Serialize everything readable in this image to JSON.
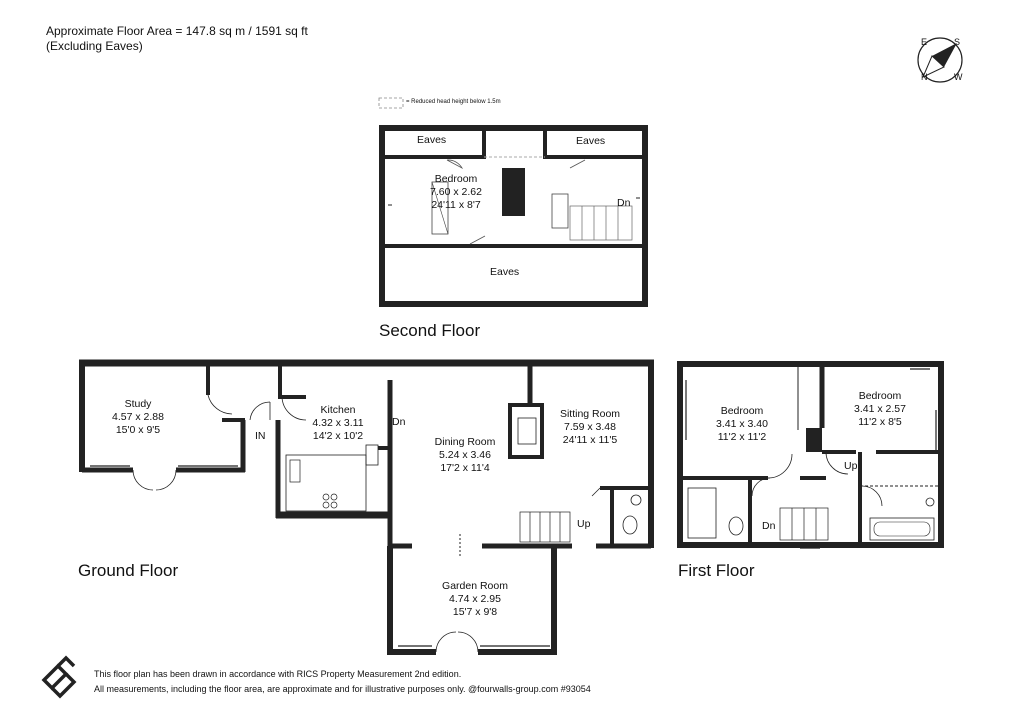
{
  "header": {
    "area_line": "Approximate Floor Area = 147.8 sq m / 1591 sq ft",
    "excluding_line": "(Excluding Eaves)"
  },
  "legend": {
    "text": "= Reduced head height below 1.5m"
  },
  "compass": {
    "e": "E",
    "s": "S",
    "n": "N",
    "w": "W"
  },
  "second_floor": {
    "title": "Second Floor",
    "eaves_left": "Eaves",
    "eaves_right": "Eaves",
    "eaves_bottom": "Eaves",
    "bedroom": {
      "name": "Bedroom",
      "metric": "7.60 x 2.62",
      "imperial": "24'11 x 8'7"
    },
    "dn": "Dn"
  },
  "ground_floor": {
    "title": "Ground Floor",
    "study": {
      "name": "Study",
      "metric": "4.57 x 2.88",
      "imperial": "15'0 x 9'5"
    },
    "kitchen": {
      "name": "Kitchen",
      "metric": "4.32 x 3.11",
      "imperial": "14'2 x 10'2"
    },
    "dining": {
      "name": "Dining Room",
      "metric": "5.24 x 3.46",
      "imperial": "17'2 x 11'4"
    },
    "sitting": {
      "name": "Sitting Room",
      "metric": "7.59 x 3.48",
      "imperial": "24'11 x 11'5"
    },
    "garden": {
      "name": "Garden Room",
      "metric": "4.74 x 2.95",
      "imperial": "15'7 x 9'8"
    },
    "in": "IN",
    "dn": "Dn",
    "up": "Up"
  },
  "first_floor": {
    "title": "First Floor",
    "bedroom1": {
      "name": "Bedroom",
      "metric": "3.41 x 3.40",
      "imperial": "11'2 x 11'2"
    },
    "bedroom2": {
      "name": "Bedroom",
      "metric": "3.41 x 2.57",
      "imperial": "11'2 x 8'5"
    },
    "up": "Up",
    "dn": "Dn"
  },
  "footer": {
    "line1": "This floor plan has been drawn in accordance with RICS Property Measurement 2nd edition.",
    "line2": "All measurements, including the floor area, are approximate and for illustrative purposes only. @fourwalls-group.com #93054"
  }
}
